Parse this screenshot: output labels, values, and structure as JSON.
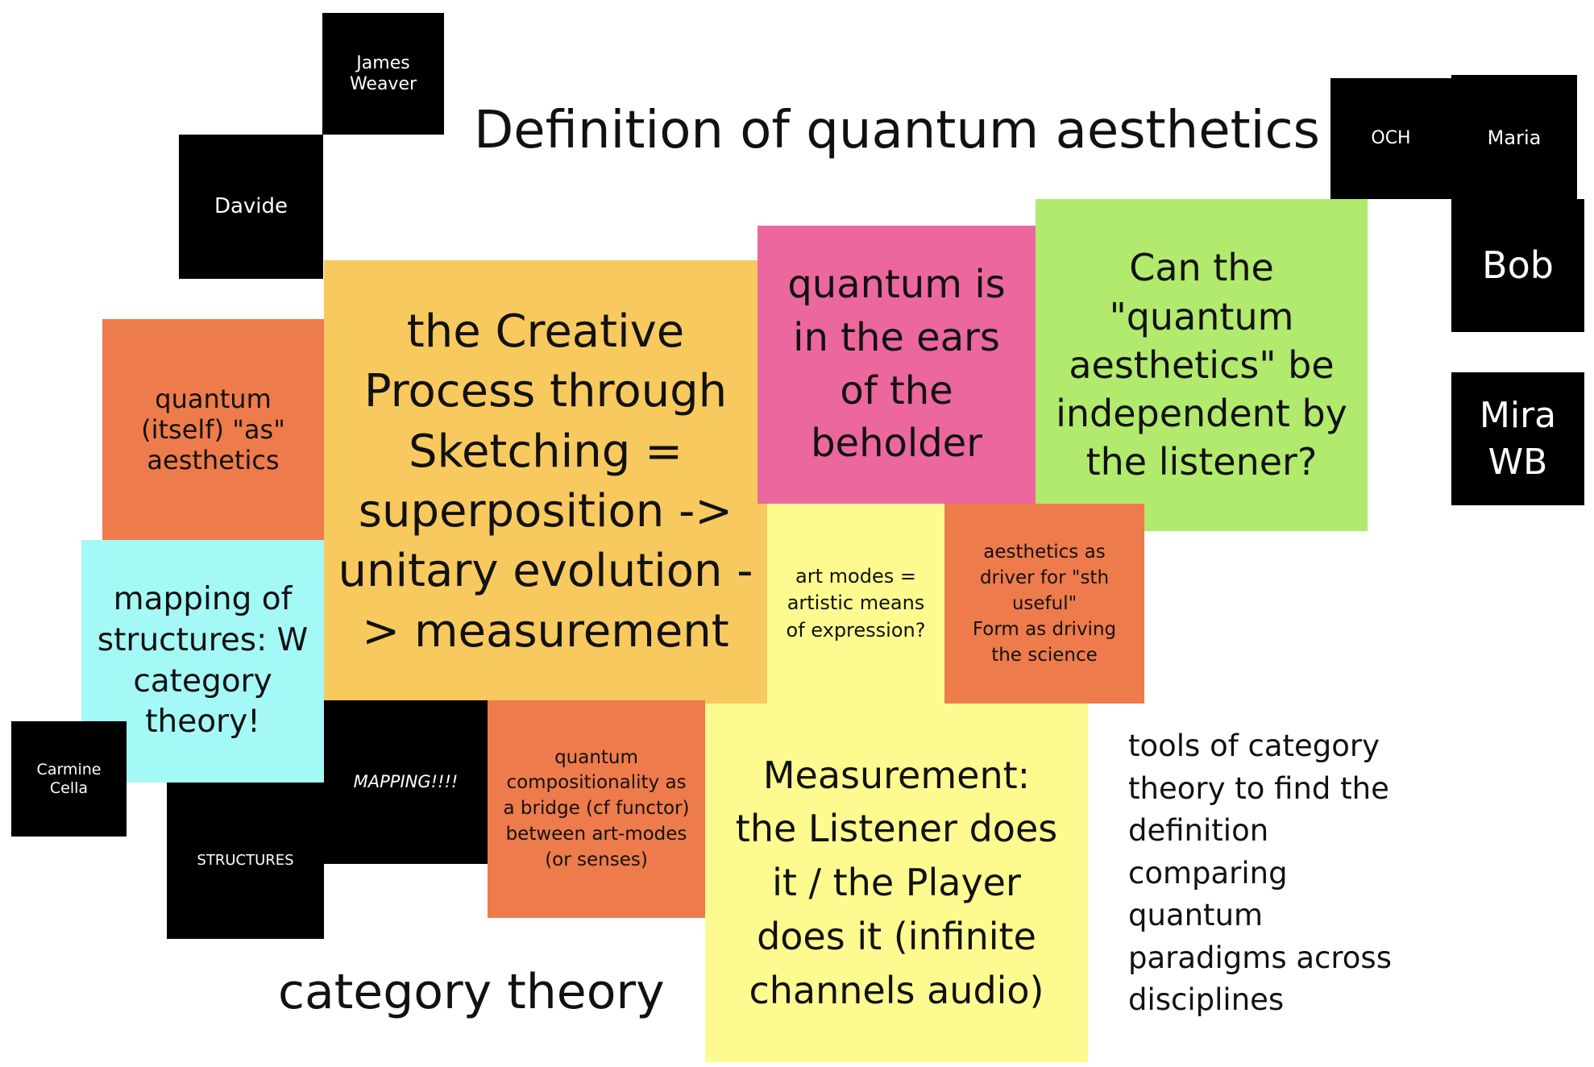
{
  "board": {
    "title": "Definition of quantum aesthetics",
    "subtitle": "category theory",
    "side_text": "tools of category\ntheory to find the\ndefinition\ncomparing\nquantum\nparadigms across\ndisciplines"
  },
  "tags": {
    "james": "James\nWeaver",
    "davide": "Davide",
    "och": "OCH",
    "maria": "Maria",
    "bob": "Bob",
    "mira": "Mira\nWB",
    "carmine": "Carmine\nCella",
    "structures": "STRUCTURES",
    "mapping": "MAPPING!!!!"
  },
  "notes": {
    "quantum_itself": "quantum\n(itself) \"as\"\naesthetics",
    "creative_process": "the Creative\nProcess through\nSketching =\nsuperposition ->\nunitary evolution -\n> measurement",
    "ears": "quantum is\nin the ears\nof the\nbeholder",
    "independent": "Can the\n\"quantum\naesthetics\" be\nindependent by\nthe listener?",
    "art_modes": "art modes =\nartistic means\nof expression?",
    "aesthetics_driver": "aesthetics as\ndriver for \"sth\nuseful\"\nForm as driving\nthe science",
    "mapping_structures": "mapping of\nstructures: W\ncategory\ntheory!",
    "compositionality": "quantum\ncompositionality as\na bridge (cf functor)\nbetween art-modes\n(or senses)",
    "measurement": "Measurement:\nthe Listener does\nit / the Player\ndoes it (infinite\nchannels audio)"
  },
  "colors": {
    "black": "#000000",
    "orange": "#EE7B4B",
    "amber": "#F7C95E",
    "pink": "#EC679E",
    "green": "#B1EA6D",
    "pale_yellow": "#FDFB8F",
    "cyan": "#A4F8F5"
  }
}
